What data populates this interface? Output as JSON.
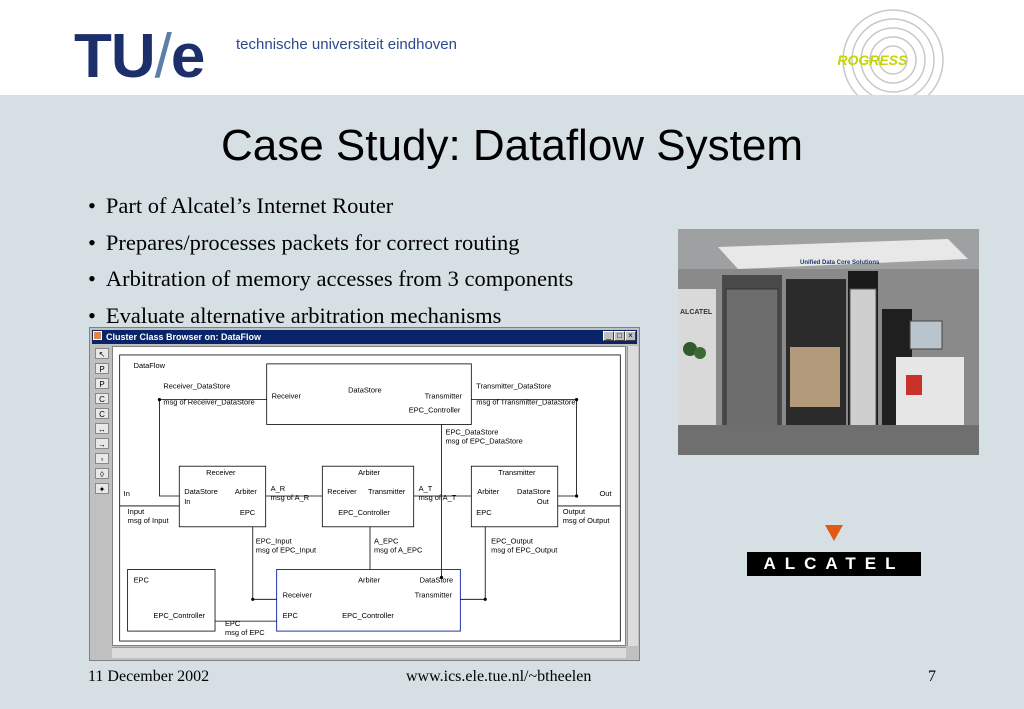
{
  "header": {
    "logo_tu": "TU",
    "logo_slash": "/",
    "logo_e": "e",
    "university": "technische universiteit eindhoven",
    "progress_logo": "PROGRESS"
  },
  "slide": {
    "title": "Case Study: Dataflow System",
    "bullets": [
      "Part of Alcatel’s Internet Router",
      "Prepares/processes packets for correct routing",
      "Arbitration of memory accesses from 3 components",
      "Evaluate alternative arbitration mechanisms"
    ]
  },
  "photo": {
    "sign": "Unified Data Core Solutions",
    "side_label": "ALCATEL"
  },
  "alcatel_logo": "ALCATEL",
  "window": {
    "title": "Cluster Class Browser on: DataFlow",
    "buttons": [
      "_",
      "□",
      "×"
    ],
    "tools": [
      "↖",
      "P",
      "P",
      "C",
      "C",
      "↔",
      "→",
      "▫",
      "◊",
      "✦"
    ]
  },
  "diagram": {
    "frame_label": "DataFlow",
    "datastore": {
      "name": "DataStore",
      "port_receiver": "Receiver",
      "port_transmitter": "Transmitter",
      "port_epc": "EPC_Controller"
    },
    "receiver": {
      "name": "Receiver",
      "port_datastore": "DataStore",
      "port_in": "In",
      "port_arbiter": "Arbiter",
      "port_epc": "EPC"
    },
    "arbiter": {
      "name": "Arbiter",
      "port_receiver": "Receiver",
      "port_transmitter": "Transmitter",
      "port_epc": "EPC_Controller"
    },
    "transmitter": {
      "name": "Transmitter",
      "port_arbiter": "Arbiter",
      "port_datastore": "DataStore",
      "port_out": "Out",
      "port_epc": "EPC"
    },
    "epc": {
      "name": "EPC",
      "port_controller": "EPC_Controller"
    },
    "epcc": {
      "port_arbiter": "Arbiter",
      "port_datastore": "DataStore",
      "port_receiver": "Receiver",
      "port_transmitter": "Transmitter",
      "port_epc": "EPC",
      "port_controller": "EPC_Controller"
    },
    "labels": {
      "receiver_datastore": "Receiver_DataStore",
      "msg_receiver_datastore": "msg of Receiver_DataStore",
      "transmitter_datastore": "Transmitter_DataStore",
      "msg_transmitter_datastore": "msg of Transmitter_DataStore",
      "epc_datastore": "EPC_DataStore",
      "msg_epc_datastore": "msg of EPC_DataStore",
      "in": "In",
      "input": "Input",
      "msg_input": "msg of Input",
      "a_r": "A_R",
      "msg_a_r": "msg of A_R",
      "a_t": "A_T",
      "msg_a_t": "msg of A_T",
      "out": "Out",
      "output": "Output",
      "msg_output": "msg of Output",
      "epc_input": "EPC_Input",
      "msg_epc_input": "msg of EPC_Input",
      "a_epc": "A_EPC",
      "msg_a_epc": "msg of A_EPC",
      "epc_output": "EPC_Output",
      "msg_epc_output": "msg of EPC_Output",
      "epc_link": "EPC",
      "msg_epc": "msg of EPC"
    }
  },
  "footer": {
    "date": "11 December 2002",
    "url": "www.ics.ele.tue.nl/~btheelen",
    "page": "7"
  },
  "colors": {
    "background": "#d6dfe4",
    "tue_blue": "#1d2f6b",
    "alcatel_orange": "#e05a12"
  }
}
